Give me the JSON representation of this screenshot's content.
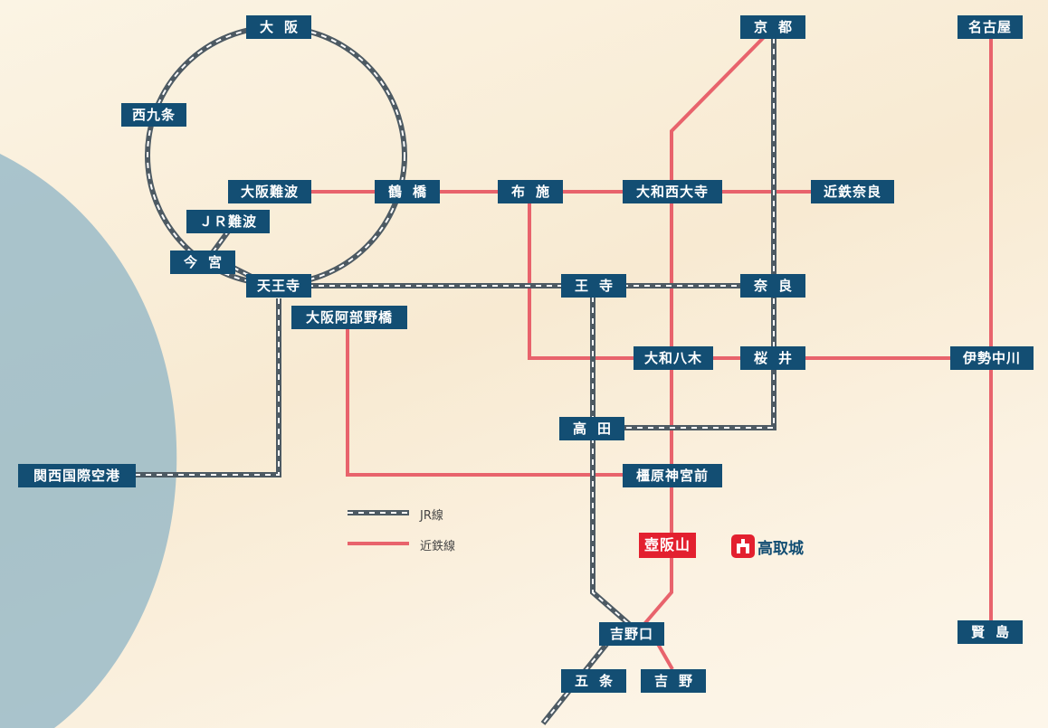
{
  "colors": {
    "jr_line": "#5a6770",
    "kintetsu_line": "#e8636c",
    "station_box": "#134e73",
    "highlight": "#e3202f",
    "blue_blob": "#8eb4c6"
  },
  "stations": {
    "osaka": "大阪",
    "nishikujo": "西九条",
    "osaka_namba": "大阪難波",
    "jr_namba": "ＪＲ難波",
    "imamiya": "今宮",
    "tennoji": "天王寺",
    "tsuruhashi": "鶴橋",
    "fuse": "布施",
    "yamato_saidaiji": "大和西大寺",
    "kintetsu_nara": "近鉄奈良",
    "kyoto": "京都",
    "nagoya": "名古屋",
    "oji": "王寺",
    "nara": "奈良",
    "osaka_abenobashi": "大阪阿部野橋",
    "yamato_yagi": "大和八木",
    "sakurai": "桜井",
    "ise_nakagawa": "伊勢中川",
    "takada": "高田",
    "kashiharajingumae": "橿原神宮前",
    "kansai_airport": "関西国際空港",
    "yoshinoguchi": "吉野口",
    "gojo": "五条",
    "yoshino": "吉野",
    "kashikojima": "賢島"
  },
  "legend": {
    "jr": "JR線",
    "kintetsu": "近鉄線"
  },
  "highlight_station": "壺阪山",
  "castle": {
    "label": "高取城",
    "icon": "castle-icon"
  }
}
